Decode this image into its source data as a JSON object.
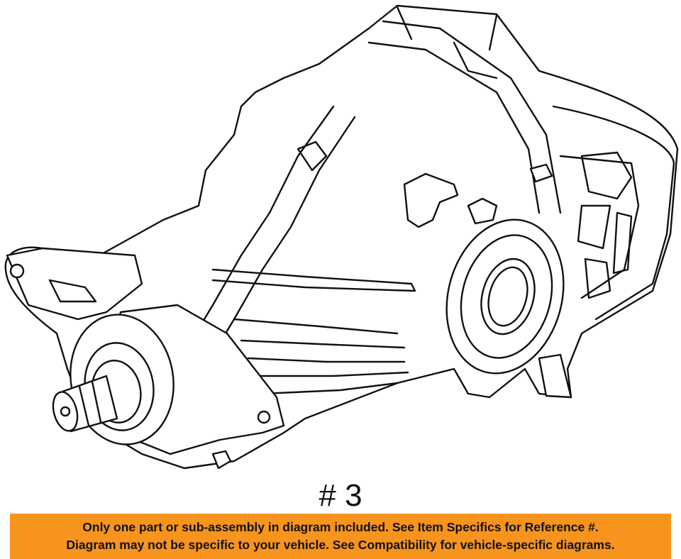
{
  "diagram": {
    "part_number_label": "# 3"
  },
  "disclaimer": {
    "line1": "Only one part or sub-assembly in diagram included. See Item Specifics for Reference #.",
    "line2": "Diagram may not be specific to your vehicle. See Compatibility for vehicle-specific diagrams.",
    "background_color": "#f7941d"
  }
}
